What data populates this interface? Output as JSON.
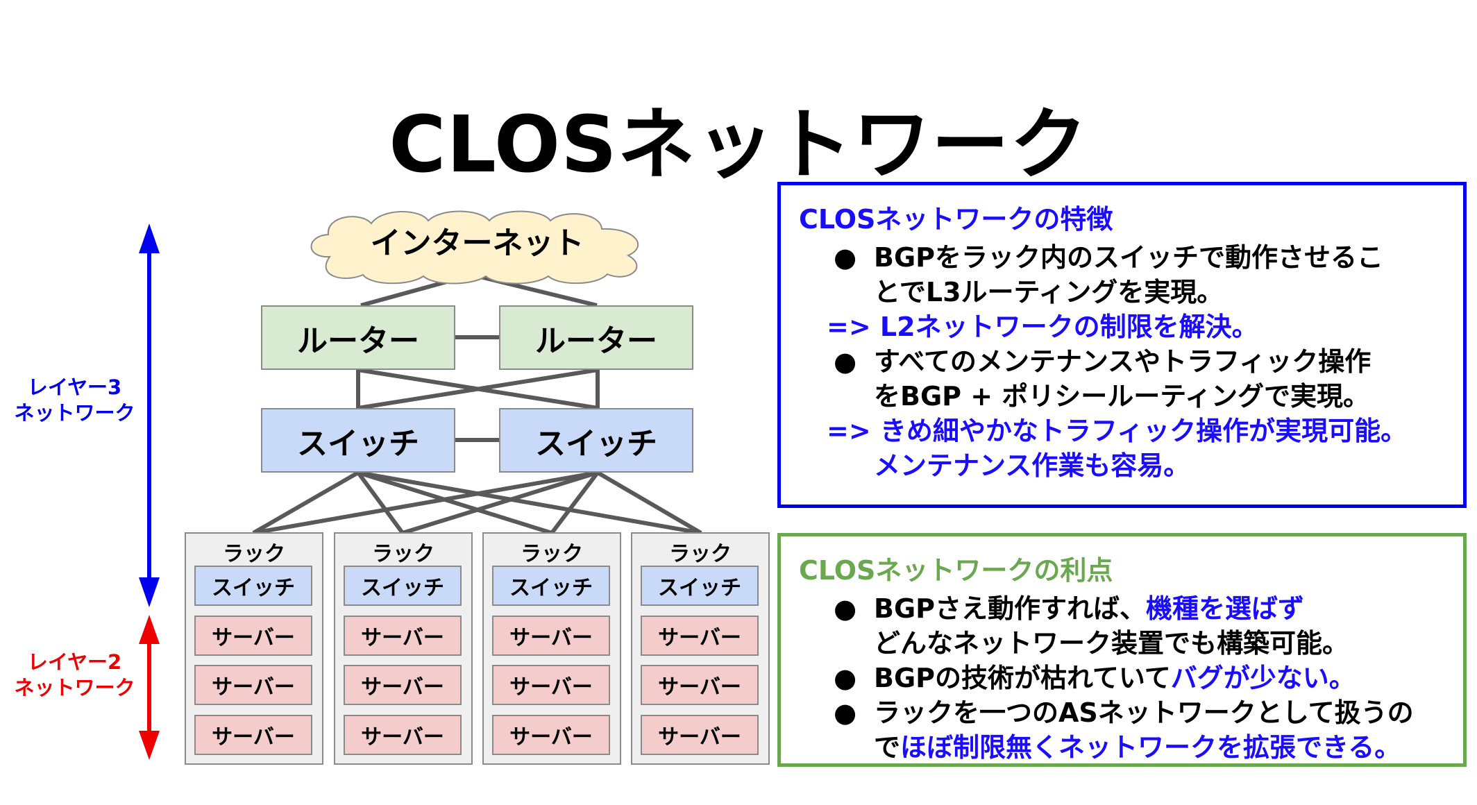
{
  "title": "CLOSネットワーク",
  "diagram": {
    "internet": "インターネット",
    "routers": [
      "ルーター",
      "ルーター"
    ],
    "switches": [
      "スイッチ",
      "スイッチ"
    ],
    "racks": [
      {
        "label": "ラック",
        "switch": "スイッチ",
        "servers": [
          "サーバー",
          "サーバー",
          "サーバー"
        ]
      },
      {
        "label": "ラック",
        "switch": "スイッチ",
        "servers": [
          "サーバー",
          "サーバー",
          "サーバー"
        ]
      },
      {
        "label": "ラック",
        "switch": "スイッチ",
        "servers": [
          "サーバー",
          "サーバー",
          "サーバー"
        ]
      },
      {
        "label": "ラック",
        "switch": "スイッチ",
        "servers": [
          "サーバー",
          "サーバー",
          "サーバー"
        ]
      }
    ],
    "layer3": {
      "line1": "レイヤー3",
      "line2": "ネットワーク",
      "color": "#0000ee"
    },
    "layer2": {
      "line1": "レイヤー2",
      "line2": "ネットワーク",
      "color": "#ee0000"
    }
  },
  "features": {
    "heading": "CLOSネットワークの特徴",
    "bullet1": "BGPをラック内のスイッチで動作させることでL3ルーティングを実現。",
    "bullet1_l1": "BGPをラック内のスイッチで動作させるこ",
    "bullet1_l2": "とでL3ルーティングを実現。",
    "result1": "=> L2ネットワークの制限を解決。",
    "bullet2_l1": "すべてのメンテナンスやトラフィック操作",
    "bullet2_l2": "をBGP + ポリシールーティングで実現。",
    "result2_l1": "=> きめ細やかなトラフィック操作が実現可能。",
    "result2_l2": "メンテナンス作業も容易。",
    "border_color": "#0000ee"
  },
  "advantages": {
    "heading": "CLOSネットワークの利点",
    "b1_a": "BGPさえ動作すれば、",
    "b1_b": "機種を選ばず",
    "b1_c": "どんなネットワーク装置でも構築可能。",
    "b2_a": "BGPの技術が枯れていて",
    "b2_b": "バグが少ない。",
    "b3_a": "ラックを一つのASネットワークとして扱うの",
    "b3_b": "で",
    "b3_c": "ほぼ制限無くネットワークを拡張できる。",
    "border_color": "#6aa84f"
  },
  "bullet_glyph": "●"
}
